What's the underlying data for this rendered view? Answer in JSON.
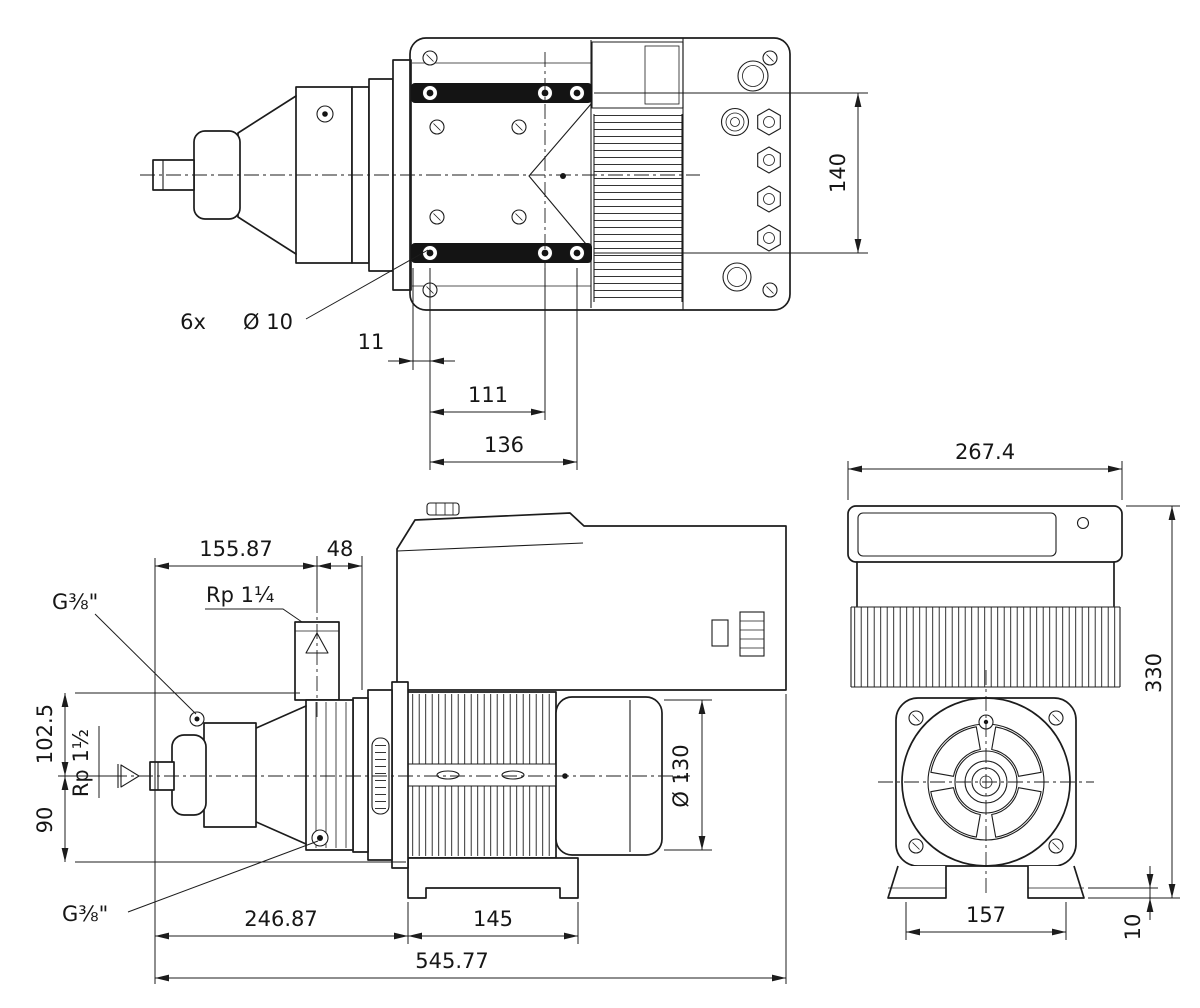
{
  "colors": {
    "line": "#1c1c1c",
    "background": "#ffffff",
    "fill_black": "#141414"
  },
  "views": {
    "top": {
      "name": "top-view",
      "dims": {
        "height_140": "140",
        "offset_11": "11",
        "pitch_111": "111",
        "pitch_136": "136",
        "holes_count": "6x",
        "holes_diameter": "Ø 10"
      }
    },
    "side": {
      "name": "side-view",
      "dims": {
        "length_155_87": "155.87",
        "length_48": "48",
        "port_g38_top": "G⅜\"",
        "port_rp114": "Rp 1¼",
        "port_rp112": "Rp 1½",
        "height_102_5": "102.5",
        "height_90": "90",
        "diameter_130": "Ø 130",
        "port_g38_bottom": "G⅜\"",
        "length_246_87": "246.87",
        "length_145": "145",
        "length_545_77": "545.77"
      }
    },
    "front": {
      "name": "front-view",
      "dims": {
        "width_267_4": "267.4",
        "height_330": "330",
        "width_157": "157",
        "height_10": "10"
      }
    }
  }
}
